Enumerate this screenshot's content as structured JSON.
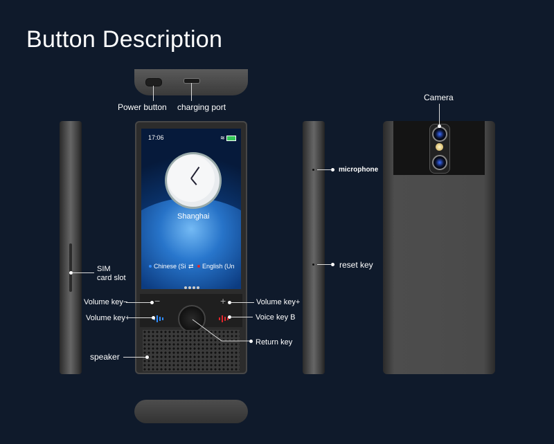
{
  "title": "Button Description",
  "screen": {
    "time": "17:06",
    "city": "Shanghai",
    "lang_left": "Chinese (Si",
    "lang_right": "English (Un",
    "swap_symbol": "⇄"
  },
  "labels": {
    "power_button": "Power button",
    "charging_port": "charging port",
    "sim_slot_line1": "SIM",
    "sim_slot_line2": "card slot",
    "volume_key_minus": "Volume key−",
    "volume_key_plus_left": "Volume key+",
    "volume_key_plus_right": "Volume key+",
    "voice_key_b": "Voice key B",
    "return_key": "Return key",
    "speaker": "speaker",
    "microphone": "microphone",
    "reset_key": "reset key",
    "camera": "Camera"
  },
  "symbols": {
    "minus": "−",
    "plus": "+"
  },
  "colors": {
    "background": "#0f1a2b",
    "voice_a": "#2f8cff",
    "voice_b": "#e0262b"
  }
}
